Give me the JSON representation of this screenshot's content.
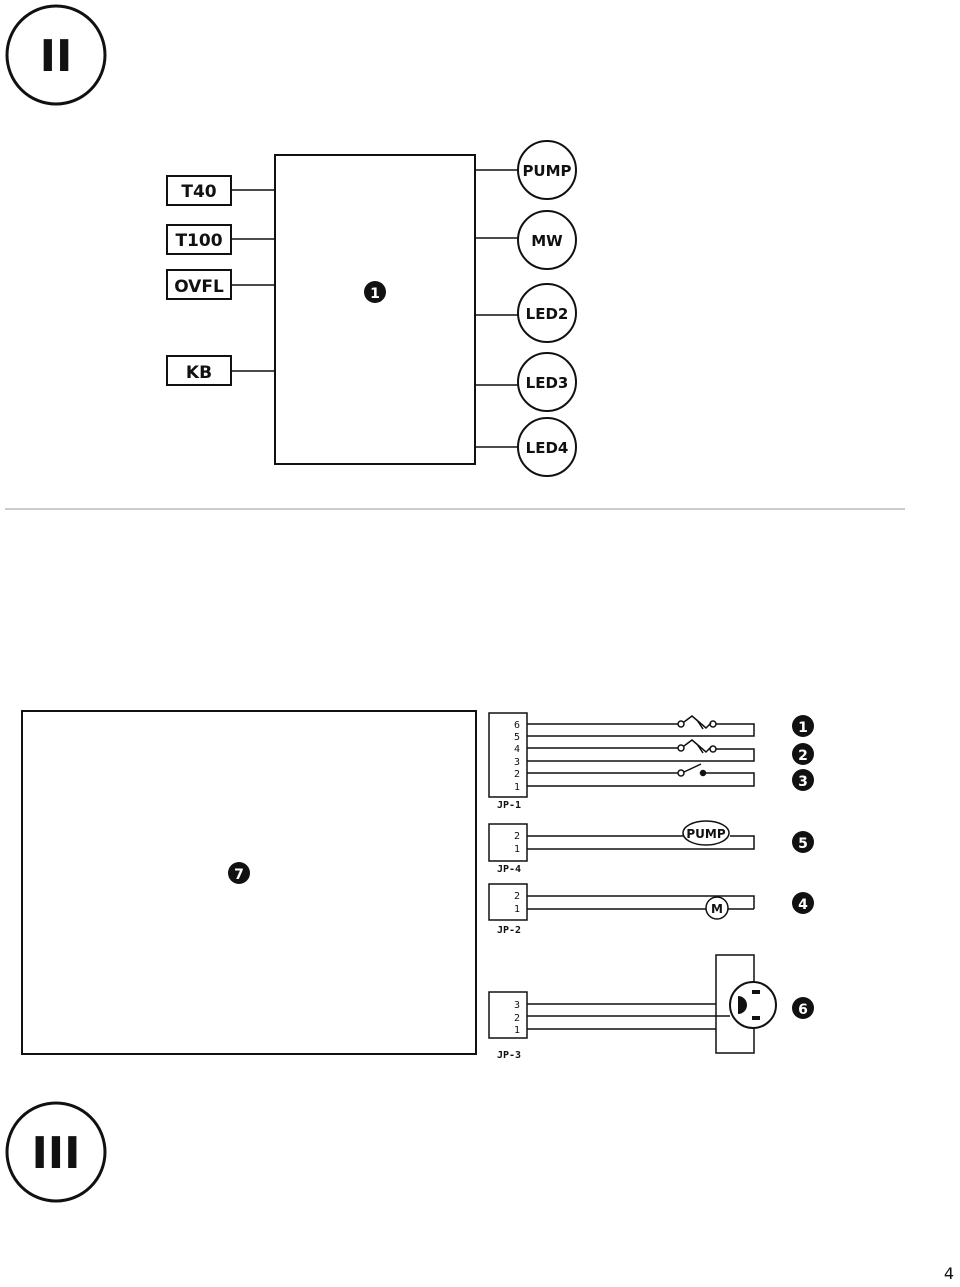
{
  "section_top": {
    "roman": "II"
  },
  "section_bottom": {
    "roman": "III"
  },
  "block_diagram": {
    "controller_label": "1",
    "inputs": [
      "T40",
      "T100",
      "OVFL",
      "KB"
    ],
    "outputs": [
      "PUMP",
      "MW",
      "LED2",
      "LED3",
      "LED4"
    ]
  },
  "wiring_diagram": {
    "board_label": "7",
    "connectors": [
      {
        "name": "JP-1",
        "pins": [
          "6",
          "5",
          "4",
          "3",
          "2",
          "1"
        ]
      },
      {
        "name": "JP-4",
        "pins": [
          "2",
          "1"
        ]
      },
      {
        "name": "JP-2",
        "pins": [
          "2",
          "1"
        ]
      },
      {
        "name": "JP-3",
        "pins": [
          "3",
          "2",
          "1"
        ]
      }
    ],
    "pump_label": "PUMP",
    "motor_label": "M",
    "callouts": [
      "1",
      "2",
      "3",
      "5",
      "4",
      "6"
    ]
  },
  "page_number": "4"
}
